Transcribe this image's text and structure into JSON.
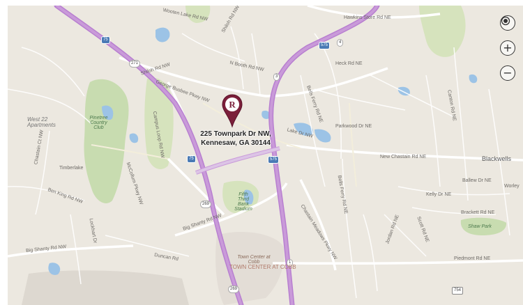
{
  "location": {
    "line1": "225 Townpark Dr NW,",
    "line2": "Kennesaw, GA 30144",
    "marker_letter": "R",
    "marker_color": "#7b1f3a"
  },
  "controls": {
    "locate_icon": "locate-icon",
    "zoom_in_icon": "plus-icon",
    "zoom_out_icon": "minus-icon"
  },
  "colors": {
    "land": "#ece8e0",
    "park": "#c8dcb0",
    "water": "#9cc3e6",
    "interstate": "#b87fd0",
    "major_road": "#ffffff"
  },
  "areas": {
    "blackwells": "Blackwells",
    "west22": "West 22\nApartments",
    "town_center": "TOWN CENTER AT COBB"
  },
  "parks": {
    "pinetree": "Pinetree\nCountry\nClub",
    "fifth_third": "Fifth\nThird\nBank\nStadium",
    "town_center_cobb": "Town Center at\nCobb",
    "shaw_park": "Shaw Park"
  },
  "shields": {
    "i75_a": "75",
    "i75_b": "75",
    "i575_a": "575",
    "i575_b": "575",
    "exit271": "271",
    "exit269": "269",
    "exit3": "3",
    "exit4": "4",
    "exit1": "1",
    "exit269b": "269",
    "us754": "754"
  },
  "roads": {
    "wooten_lake": "Wooten Lake Rd NW",
    "shiloh1": "Shiloh Rd NW",
    "shiloh2": "Shiloh Rd NW",
    "hawkins_store": "Hawkins Store Rd NE",
    "heck": "Heck Rd NE",
    "n_booth": "N Booth Rd NW",
    "george_busbee": "George Busbee Pkwy NW",
    "chastain_meadows": "Chastain Meadows Pkwy NW",
    "new_chastain": "New Chastain Rd NE",
    "bells_ferry1": "Bells Ferry Rd NE",
    "bells_ferry2": "Bells Ferry Rd NE",
    "parkwood": "Parkwood Dr NE",
    "big_shanty1": "Big Shanty Rd NW",
    "big_shanty2": "Big Shanty Rd NW",
    "ben_king": "Ben King Rd NW",
    "duncan": "Duncan Rd",
    "piedmont": "Piedmont Rd NE",
    "kelly": "Kelly Dr NE",
    "brackett": "Brackett Rd NE",
    "ballew": "Ballew Dr NE",
    "canton": "Canton Rd NE",
    "campus_loop": "Campus Loop Rd NW",
    "mccollum": "McCollum Pkwy NW",
    "chastain_ct": "Chastain Ct NW",
    "lake_dr": "Lake Dr NW",
    "timberlake": "Timberlake",
    "lockhart": "Lockhart Dr",
    "worley": "Worley",
    "scott": "Scott Rd NE",
    "jordan": "Jordan Rd NE",
    "mccollum_pkwy": "McCollum Pkwy NW"
  }
}
